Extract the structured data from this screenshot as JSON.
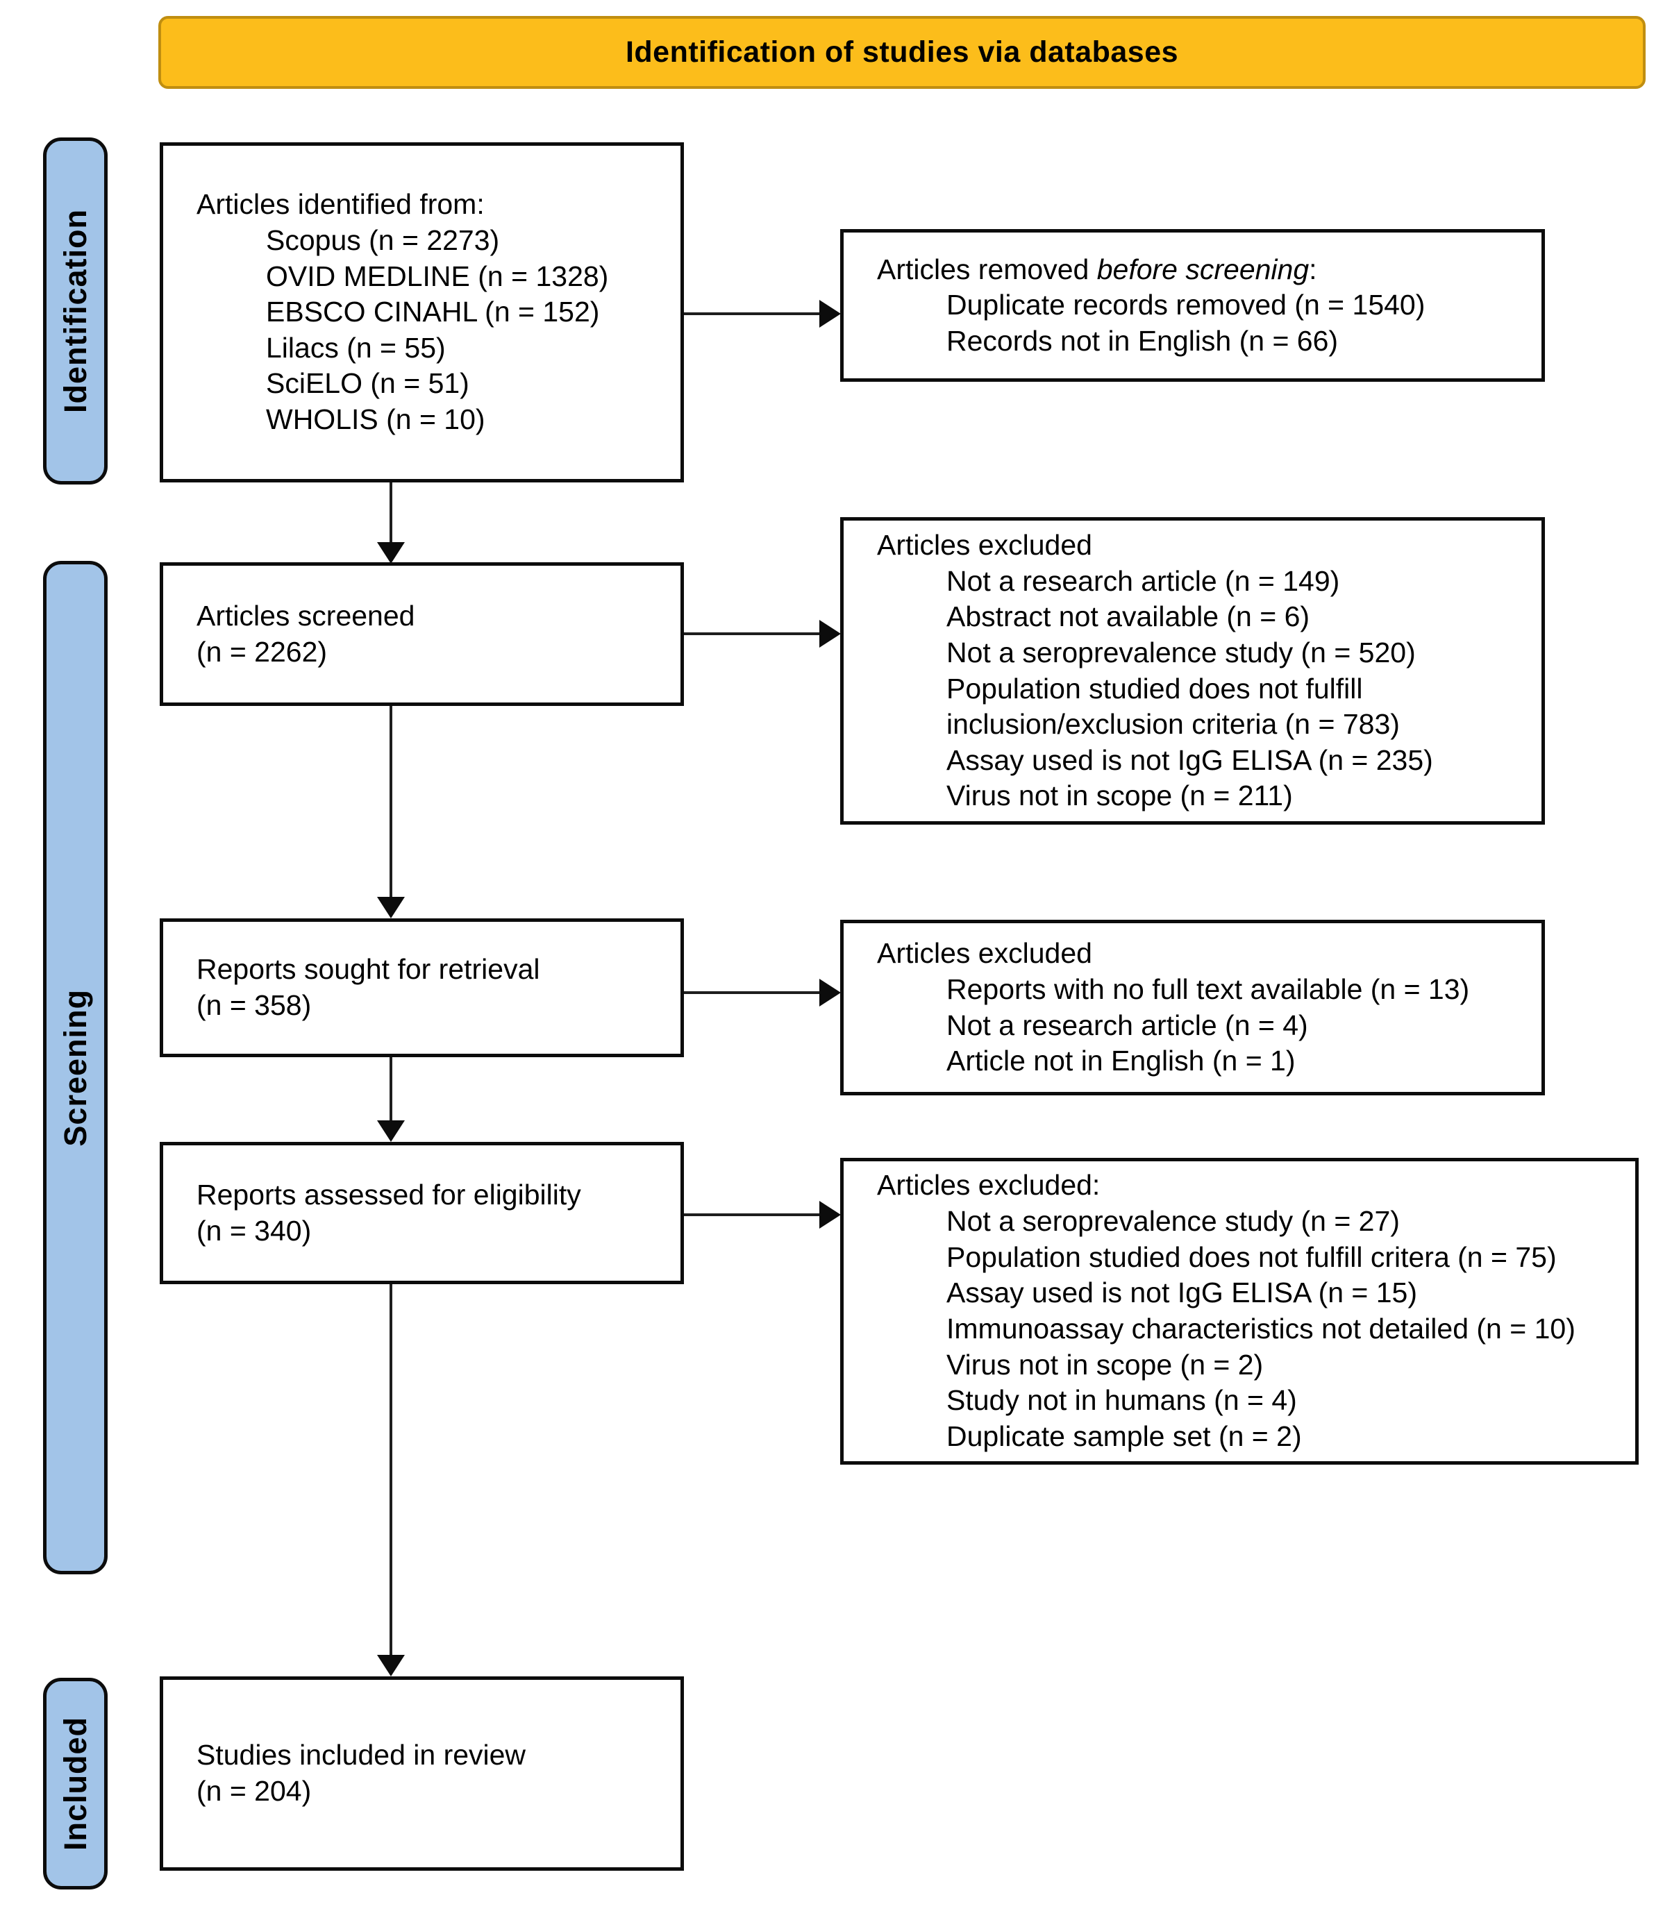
{
  "banner": {
    "label": "Identification of studies via databases"
  },
  "colors": {
    "banner_bg": "#fcbd1b",
    "banner_border": "#c08e10",
    "stage_bg": "#a2c4e8",
    "box_bg": "#ffffff",
    "box_border": "#0c0c0c",
    "text": "#000000"
  },
  "stages": [
    {
      "label": "Identification"
    },
    {
      "label": "Screening"
    },
    {
      "label": "Included"
    }
  ],
  "boxes": {
    "identified": {
      "title": "Articles identified from:",
      "items": [
        "Scopus (n = 2273)",
        "OVID MEDLINE (n = 1328)",
        "EBSCO CINAHL (n = 152)",
        "Lilacs (n = 55)",
        "SciELO (n = 51)",
        "WHOLIS (n = 10)"
      ]
    },
    "removed_before_screening": {
      "title_prefix": "Articles removed ",
      "title_italic": "before screening",
      "title_suffix": ":",
      "items": [
        "Duplicate records removed  (n = 1540)",
        "Records not in English (n = 66)"
      ]
    },
    "screened": {
      "line1": "Articles screened",
      "line2": "(n = 2262)"
    },
    "excluded_screening": {
      "title": "Articles excluded",
      "items": [
        "Not a research article (n = 149)",
        "Abstract not available (n = 6)",
        "Not a seroprevalence study (n = 520)",
        "Population studied does not fulfill inclusion/exclusion criteria (n = 783)",
        "Assay used is not IgG ELISA (n = 235)",
        "Virus not in scope (n = 211)"
      ]
    },
    "sought": {
      "line1": "Reports sought for retrieval",
      "line2": "(n = 358)"
    },
    "excluded_retrieval": {
      "title": "Articles excluded",
      "items": [
        "Reports with no full text available (n = 13)",
        "Not a research article (n = 4)",
        "Article not in English (n = 1)"
      ]
    },
    "assessed": {
      "line1": "Reports assessed for eligibility",
      "line2": "(n = 340)"
    },
    "excluded_eligibility": {
      "title": "Articles excluded:",
      "items": [
        "Not a seroprevalence study (n = 27)",
        "Population studied does not fulfill critera (n = 75)",
        "Assay used is not IgG ELISA (n = 15)",
        "Immunoassay characteristics not detailed (n = 10)",
        "Virus not in scope (n = 2)",
        "Study not in humans (n = 4)",
        "Duplicate sample set (n = 2)"
      ]
    },
    "included": {
      "line1": "Studies included in review",
      "line2": "(n = 204)"
    }
  }
}
